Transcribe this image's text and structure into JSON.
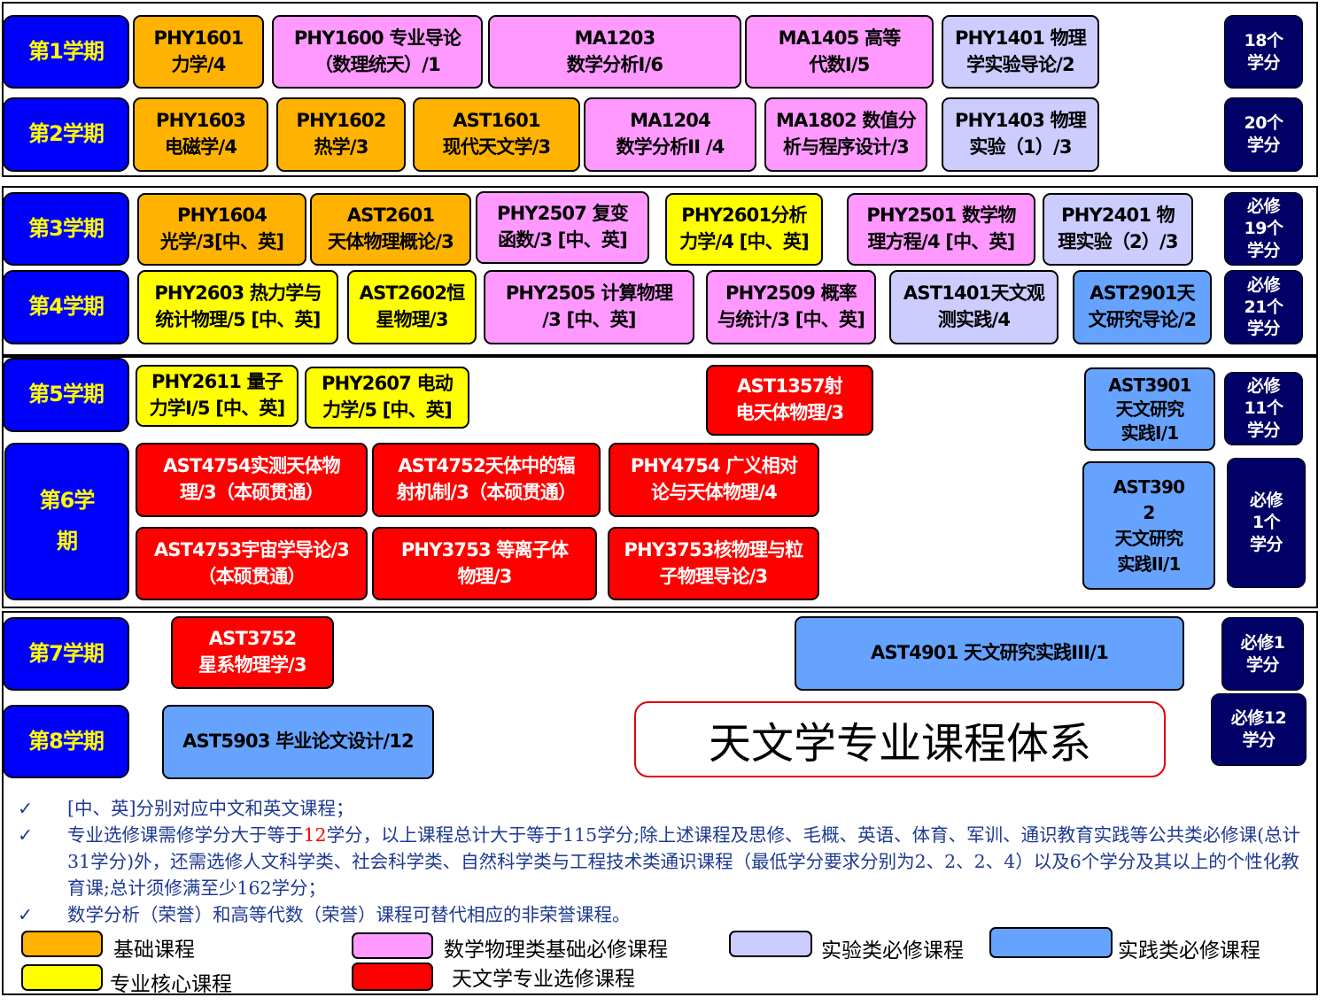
{
  "title": "天文学专业课程体系",
  "semesters": [
    {
      "label": "第1学期",
      "credits": "18个\n学分"
    },
    {
      "label": "第2学期",
      "credits": "20个\n学分"
    },
    {
      "label": "第3学期",
      "credits": "必修\n19个\n学分"
    },
    {
      "label": "第4学期",
      "credits": "必修\n21个\n学分"
    },
    {
      "label": "第5学期",
      "credits": "必修\n11个\n学分"
    },
    {
      "label": "第6学\n期",
      "credits": "必修\n1个\n学分"
    },
    {
      "label": "第7学期",
      "credits": "必修1\n学分"
    },
    {
      "label": "第8学期",
      "credits": "必修12\n学分"
    }
  ],
  "courses": [
    {
      "text": "PHY1601\n力学/4",
      "cat": "basic"
    },
    {
      "text": "PHY1600 专业导论\n（数理统天）/1",
      "cat": "math"
    },
    {
      "text": "MA1203\n数学分析I/6",
      "cat": "math"
    },
    {
      "text": "MA1405 高等\n代数I/5",
      "cat": "math"
    },
    {
      "text": "PHY1401 物理\n学实验导论/2",
      "cat": "lab"
    },
    {
      "text": "PHY1603\n电磁学/4",
      "cat": "basic"
    },
    {
      "text": "PHY1602\n热学/3",
      "cat": "basic"
    },
    {
      "text": "AST1601\n现代天文学/3",
      "cat": "basic"
    },
    {
      "text": "MA1204\n数学分析II /4",
      "cat": "math"
    },
    {
      "text": "MA1802 数值分\n析与程序设计/3",
      "cat": "math"
    },
    {
      "text": "PHY1403 物理\n实验（1）/3",
      "cat": "lab"
    },
    {
      "text": "PHY1604\n光学/3[中、英]",
      "cat": "basic"
    },
    {
      "text": "AST2601\n天体物理概论/3",
      "cat": "basic"
    },
    {
      "text": "PHY2507 复变\n函数/3 [中、英]",
      "cat": "math"
    },
    {
      "text": "PHY2601分析\n力学/4 [中、英]",
      "cat": "core"
    },
    {
      "text": "PHY2501 数学物\n理方程/4 [中、英]",
      "cat": "math"
    },
    {
      "text": "PHY2401 物\n理实验（2）/3",
      "cat": "lab"
    },
    {
      "text": "PHY2603 热力学与\n统计物理/5 [中、英]",
      "cat": "core"
    },
    {
      "text": "AST2602恒\n星物理/3",
      "cat": "core"
    },
    {
      "text": "PHY2505 计算物理\n/3 [中、英]",
      "cat": "math"
    },
    {
      "text": "PHY2509 概率\n与统计/3 [中、英]",
      "cat": "math"
    },
    {
      "text": "AST1401天文观\n测实践/4",
      "cat": "lab"
    },
    {
      "text": "AST2901天\n文研究导论/2",
      "cat": "prac"
    },
    {
      "text": "PHY2611 量子\n力学I/5 [中、英]",
      "cat": "core"
    },
    {
      "text": "PHY2607 电动\n力学/5 [中、英]",
      "cat": "core"
    },
    {
      "text": "AST1357射\n电天体物理/3",
      "cat": "elec"
    },
    {
      "text": "AST3901\n天文研究\n实践I/1",
      "cat": "prac"
    },
    {
      "text": "AST4754实测天体物\n理/3（本硕贯通）",
      "cat": "elec"
    },
    {
      "text": "AST4752天体中的辐\n射机制/3（本硕贯通）",
      "cat": "elec"
    },
    {
      "text": "PHY4754 广义相对\n论与天体物理/4",
      "cat": "elec"
    },
    {
      "text": "AST4753宇宙学导论/3\n（本硕贯通）",
      "cat": "elec"
    },
    {
      "text": "PHY3753 等离子体\n物理/3",
      "cat": "elec"
    },
    {
      "text": "PHY3753核物理与粒\n子物理导论/3",
      "cat": "elec"
    },
    {
      "text": "AST390\n2\n天文研究\n实践II/1",
      "cat": "prac"
    },
    {
      "text": "AST3752\n星系物理学/3",
      "cat": "elec"
    },
    {
      "text": "AST4901 天文研究实践III/1",
      "cat": "prac"
    },
    {
      "text": "AST5903 毕业论文设计/12",
      "cat": "prac"
    }
  ],
  "notes": {
    "check": "✓",
    "n1": "[中、英]分别对应中文和英文课程；",
    "n2_a": "专业选修课需修学分大于等于",
    "n2_num": "12",
    "n2_b": "学分，以上课程总计大于等于115学分;除上述课程及思修、毛概、英语、体育、军训、通识教育实践等公共类必修课(总计31学分)外，还需选修人文科学类、社会科学类、自然科学类与工程技术类通识课程（最低学分要求分别为2、2、2、4）以及6个学分及其以上的个性化教育课;总计须修满至少162学分；",
    "n3": "数学分析（荣誉）和高等代数（荣誉）课程可替代相应的非荣誉课程。"
  },
  "legend": [
    {
      "label": "基础课程",
      "color": "#ffb300"
    },
    {
      "label": "数学物理类基础必修课程",
      "color": "#ff99ff"
    },
    {
      "label": "实验类必修课程",
      "color": "#ccccff"
    },
    {
      "label": "实践类必修课程",
      "color": "#66a3ff"
    },
    {
      "label": "专业核心课程",
      "color": "#ffff00"
    },
    {
      "label": "天文学专业选修课程",
      "color": "#ff0000"
    }
  ]
}
